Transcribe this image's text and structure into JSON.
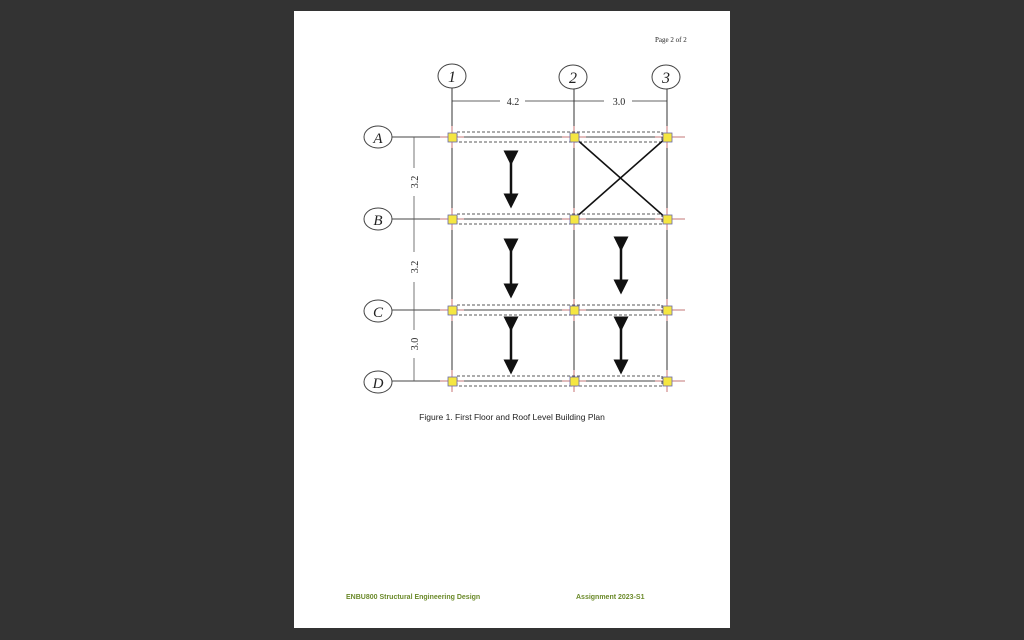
{
  "viewer": {
    "background_color": "#333333"
  },
  "page": {
    "page_number_label": "Page 2 of 2",
    "figure_caption": "Figure 1. First Floor and Roof Level Building Plan",
    "footer": {
      "course": "ENBU800 Structural Engineering Design",
      "assignment": "Assignment 2023-S1",
      "color": "#6b8a2a"
    }
  },
  "plan": {
    "column_grid": [
      {
        "label": "1"
      },
      {
        "label": "2"
      },
      {
        "label": "3"
      }
    ],
    "row_grid": [
      {
        "label": "A"
      },
      {
        "label": "B"
      },
      {
        "label": "C"
      },
      {
        "label": "D"
      }
    ],
    "column_spacings": [
      "4.2",
      "3.0"
    ],
    "row_spacings": [
      "3.2",
      "3.2",
      "3.0"
    ],
    "bracing": "X-brace between grids 2-3 / A-B",
    "span_direction_arrows": "vertical (one-way span)",
    "column_marker_color": "#f5e642"
  }
}
